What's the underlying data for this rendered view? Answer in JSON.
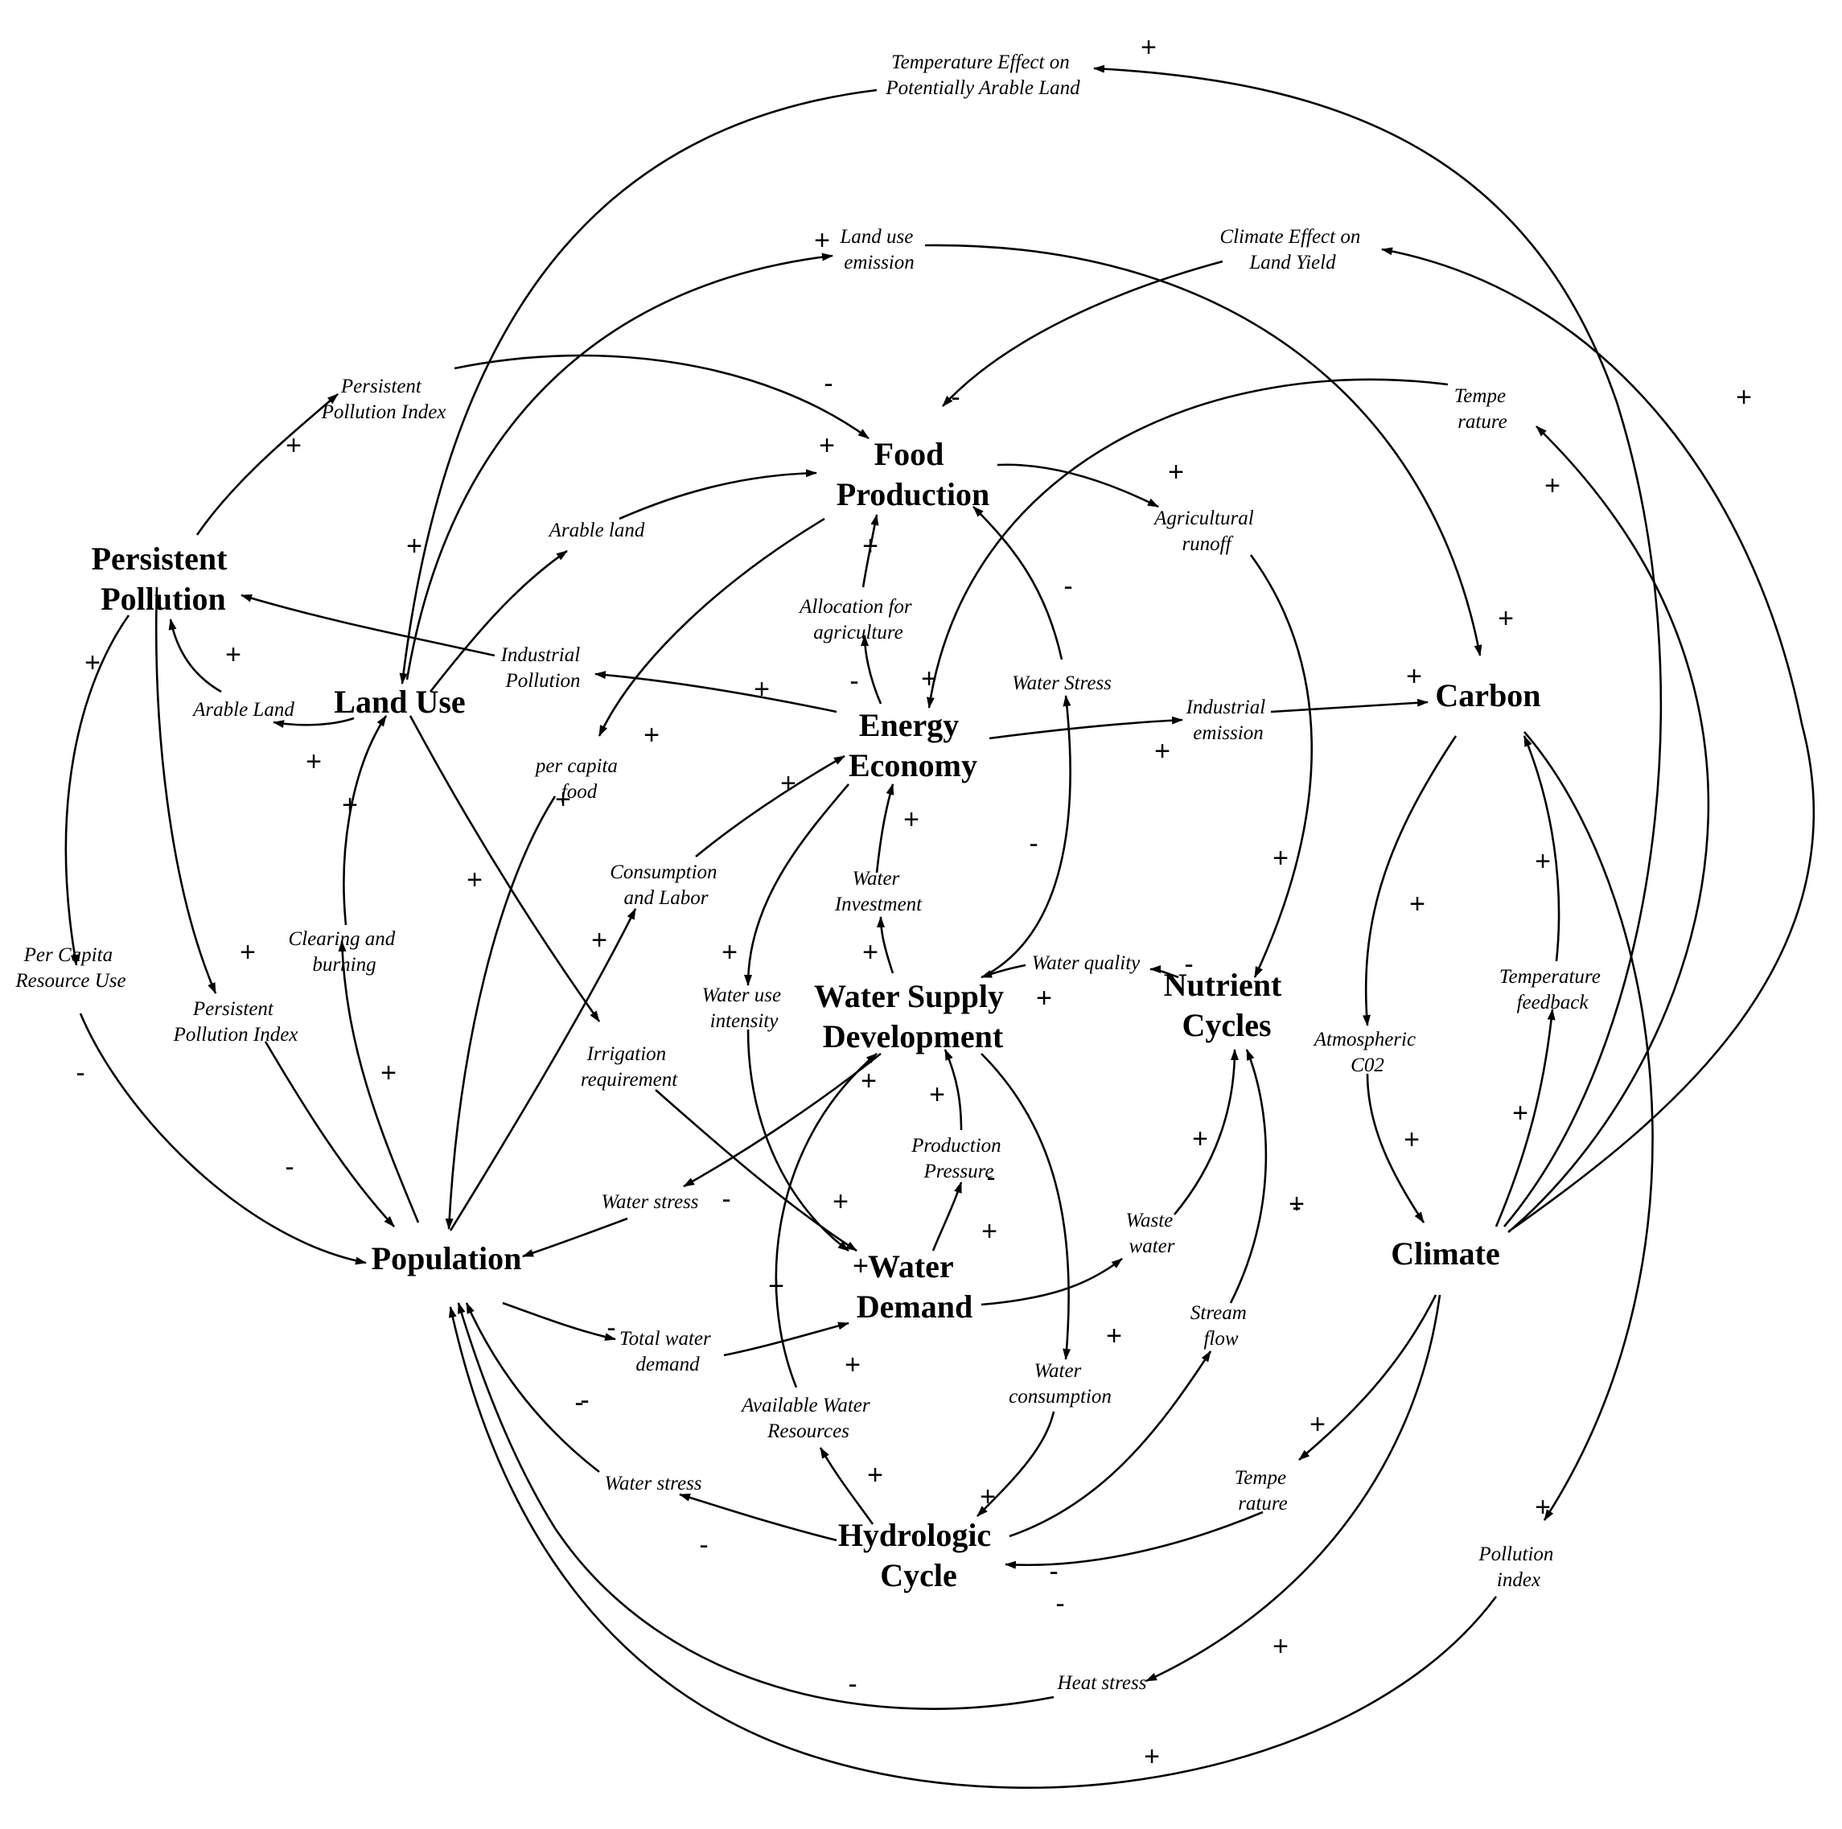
{
  "nodes": {
    "food_production": [
      "Food",
      "Production"
    ],
    "persistent_pollution": [
      "Persistent",
      "Pollution"
    ],
    "land_use": [
      "Land Use"
    ],
    "energy_economy": [
      "Energy",
      "Economy"
    ],
    "carbon": [
      "Carbon"
    ],
    "water_supply_development": [
      "Water Supply",
      "Development"
    ],
    "nutrient_cycles": [
      "Nutrient",
      "Cycles"
    ],
    "population": [
      "Population"
    ],
    "water_demand": [
      "Water",
      "Demand"
    ],
    "climate": [
      "Climate"
    ],
    "hydrologic_cycle": [
      "Hydrologic",
      "Cycle"
    ]
  },
  "variables": {
    "temp_effect_arable": [
      "Temperature Effect on",
      "Potentially Arable Land"
    ],
    "land_use_emission": [
      "Land use",
      "emission"
    ],
    "climate_effect_yield": [
      "Climate Effect on",
      "Land Yield"
    ],
    "persistent_pollution_index_top": [
      "Persistent",
      "Pollution Index"
    ],
    "temperature_top": [
      "Tempe",
      "rature"
    ],
    "arable_land_upper": [
      "Arable land"
    ],
    "agricultural_runoff": [
      "Agricultural",
      "runoff"
    ],
    "allocation_agriculture": [
      "Allocation for",
      "agriculture"
    ],
    "industrial_pollution": [
      "Industrial",
      "Pollution"
    ],
    "arable_land_lower": [
      "Arable Land"
    ],
    "water_stress_top": [
      "Water Stress"
    ],
    "industrial_emission": [
      "Industrial",
      "emission"
    ],
    "per_capita_food": [
      "per capita",
      "food"
    ],
    "consumption_labor": [
      "Consumption",
      "and Labor"
    ],
    "water_investment": [
      "Water",
      "Investment"
    ],
    "per_capita_resource_use": [
      "Per Capita",
      "Resource Use"
    ],
    "clearing_burning": [
      "Clearing and",
      "burning"
    ],
    "water_quality": [
      "Water quality"
    ],
    "temperature_feedback": [
      "Temperature",
      "feedback"
    ],
    "water_use_intensity": [
      "Water use",
      "intensity"
    ],
    "persistent_pollution_index_low": [
      "Persistent",
      "Pollution Index"
    ],
    "irrigation_requirement": [
      "Irrigation",
      "requirement"
    ],
    "atmospheric_co2": [
      "Atmospheric",
      "C02"
    ],
    "production_pressure": [
      "Production",
      "Pressure"
    ],
    "water_stress_mid": [
      "Water stress"
    ],
    "waste_water": [
      "Waste",
      "water"
    ],
    "stream_flow": [
      "Stream",
      "flow"
    ],
    "total_water_demand": [
      "Total water",
      "demand"
    ],
    "water_consumption": [
      "Water",
      "consumption"
    ],
    "available_water": [
      "Available Water",
      "Resources"
    ],
    "water_stress_low": [
      "Water stress"
    ],
    "temperature_low": [
      "Tempe",
      "rature"
    ],
    "pollution_index": [
      "Pollution",
      "index"
    ],
    "heat_stress": [
      "Heat stress"
    ]
  },
  "polarity_marks": [
    "+",
    "-",
    "+",
    "+",
    "+",
    "-",
    "+",
    "-",
    "+",
    "+",
    "+",
    "+",
    "+",
    "+",
    "+",
    "-",
    "+",
    "+",
    "+",
    "+",
    "+",
    "-",
    "+",
    "+",
    "+",
    "+",
    "+",
    "+",
    "+",
    "+",
    "+",
    "+",
    "+",
    "+",
    "+",
    "+",
    "-",
    "+",
    "+",
    "+",
    "-",
    "+",
    "-",
    "+",
    "+",
    "+",
    "+",
    "-",
    "+",
    "+",
    "-",
    "+",
    "+",
    "+",
    "+",
    "-",
    "-",
    "+",
    "-",
    "+",
    "-",
    "-",
    "+",
    "+",
    "-",
    "-",
    "+",
    "-"
  ],
  "style": {
    "stroke": "#000000",
    "background": "#ffffff"
  }
}
